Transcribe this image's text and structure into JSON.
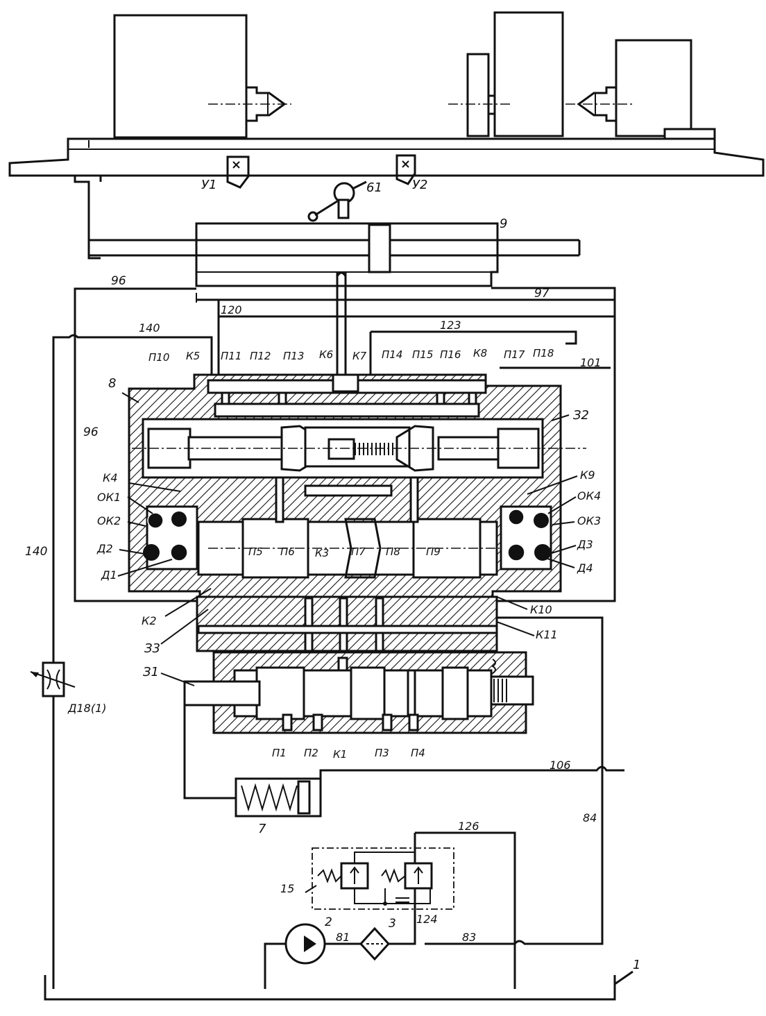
{
  "labels": {
    "u1": "У1",
    "u2": "У2",
    "l61": "61",
    "l9": "9",
    "l96a": "96",
    "l97": "97",
    "l120": "120",
    "l140a": "140",
    "l123": "123",
    "l101": "101",
    "p10": "П10",
    "k5": "К5",
    "p11": "П11",
    "p12": "П12",
    "p13": "П13",
    "k6": "К6",
    "k7": "К7",
    "p14": "П14",
    "p15": "П15",
    "p16": "П16",
    "k8": "К8",
    "p17": "П17",
    "p18": "П18",
    "l8": "8",
    "z2": "З2",
    "l96b": "96",
    "k4": "К4",
    "ok1": "ОК1",
    "ok2": "ОК2",
    "d2": "Д2",
    "d1": "Д1",
    "k9": "К9",
    "ok4": "ОК4",
    "ok3": "ОК3",
    "d3": "Д3",
    "d4": "Д4",
    "p5": "П5",
    "p6": "П6",
    "k3": "К3",
    "p7": "П7",
    "p8": "П8",
    "p9": "П9",
    "l140b": "140",
    "k2": "К2",
    "z3": "З3",
    "k10": "К10",
    "k11": "К11",
    "z1": "З1",
    "d18": "Д18(1)",
    "p1": "П1",
    "p2": "П2",
    "k1": "К1",
    "p3": "П3",
    "p4": "П4",
    "l106": "106",
    "l7": "7",
    "l84": "84",
    "l126": "126",
    "l15": "15",
    "l124": "124",
    "l2": "2",
    "l3": "3",
    "l81": "81",
    "l83": "83",
    "l1": "1"
  }
}
